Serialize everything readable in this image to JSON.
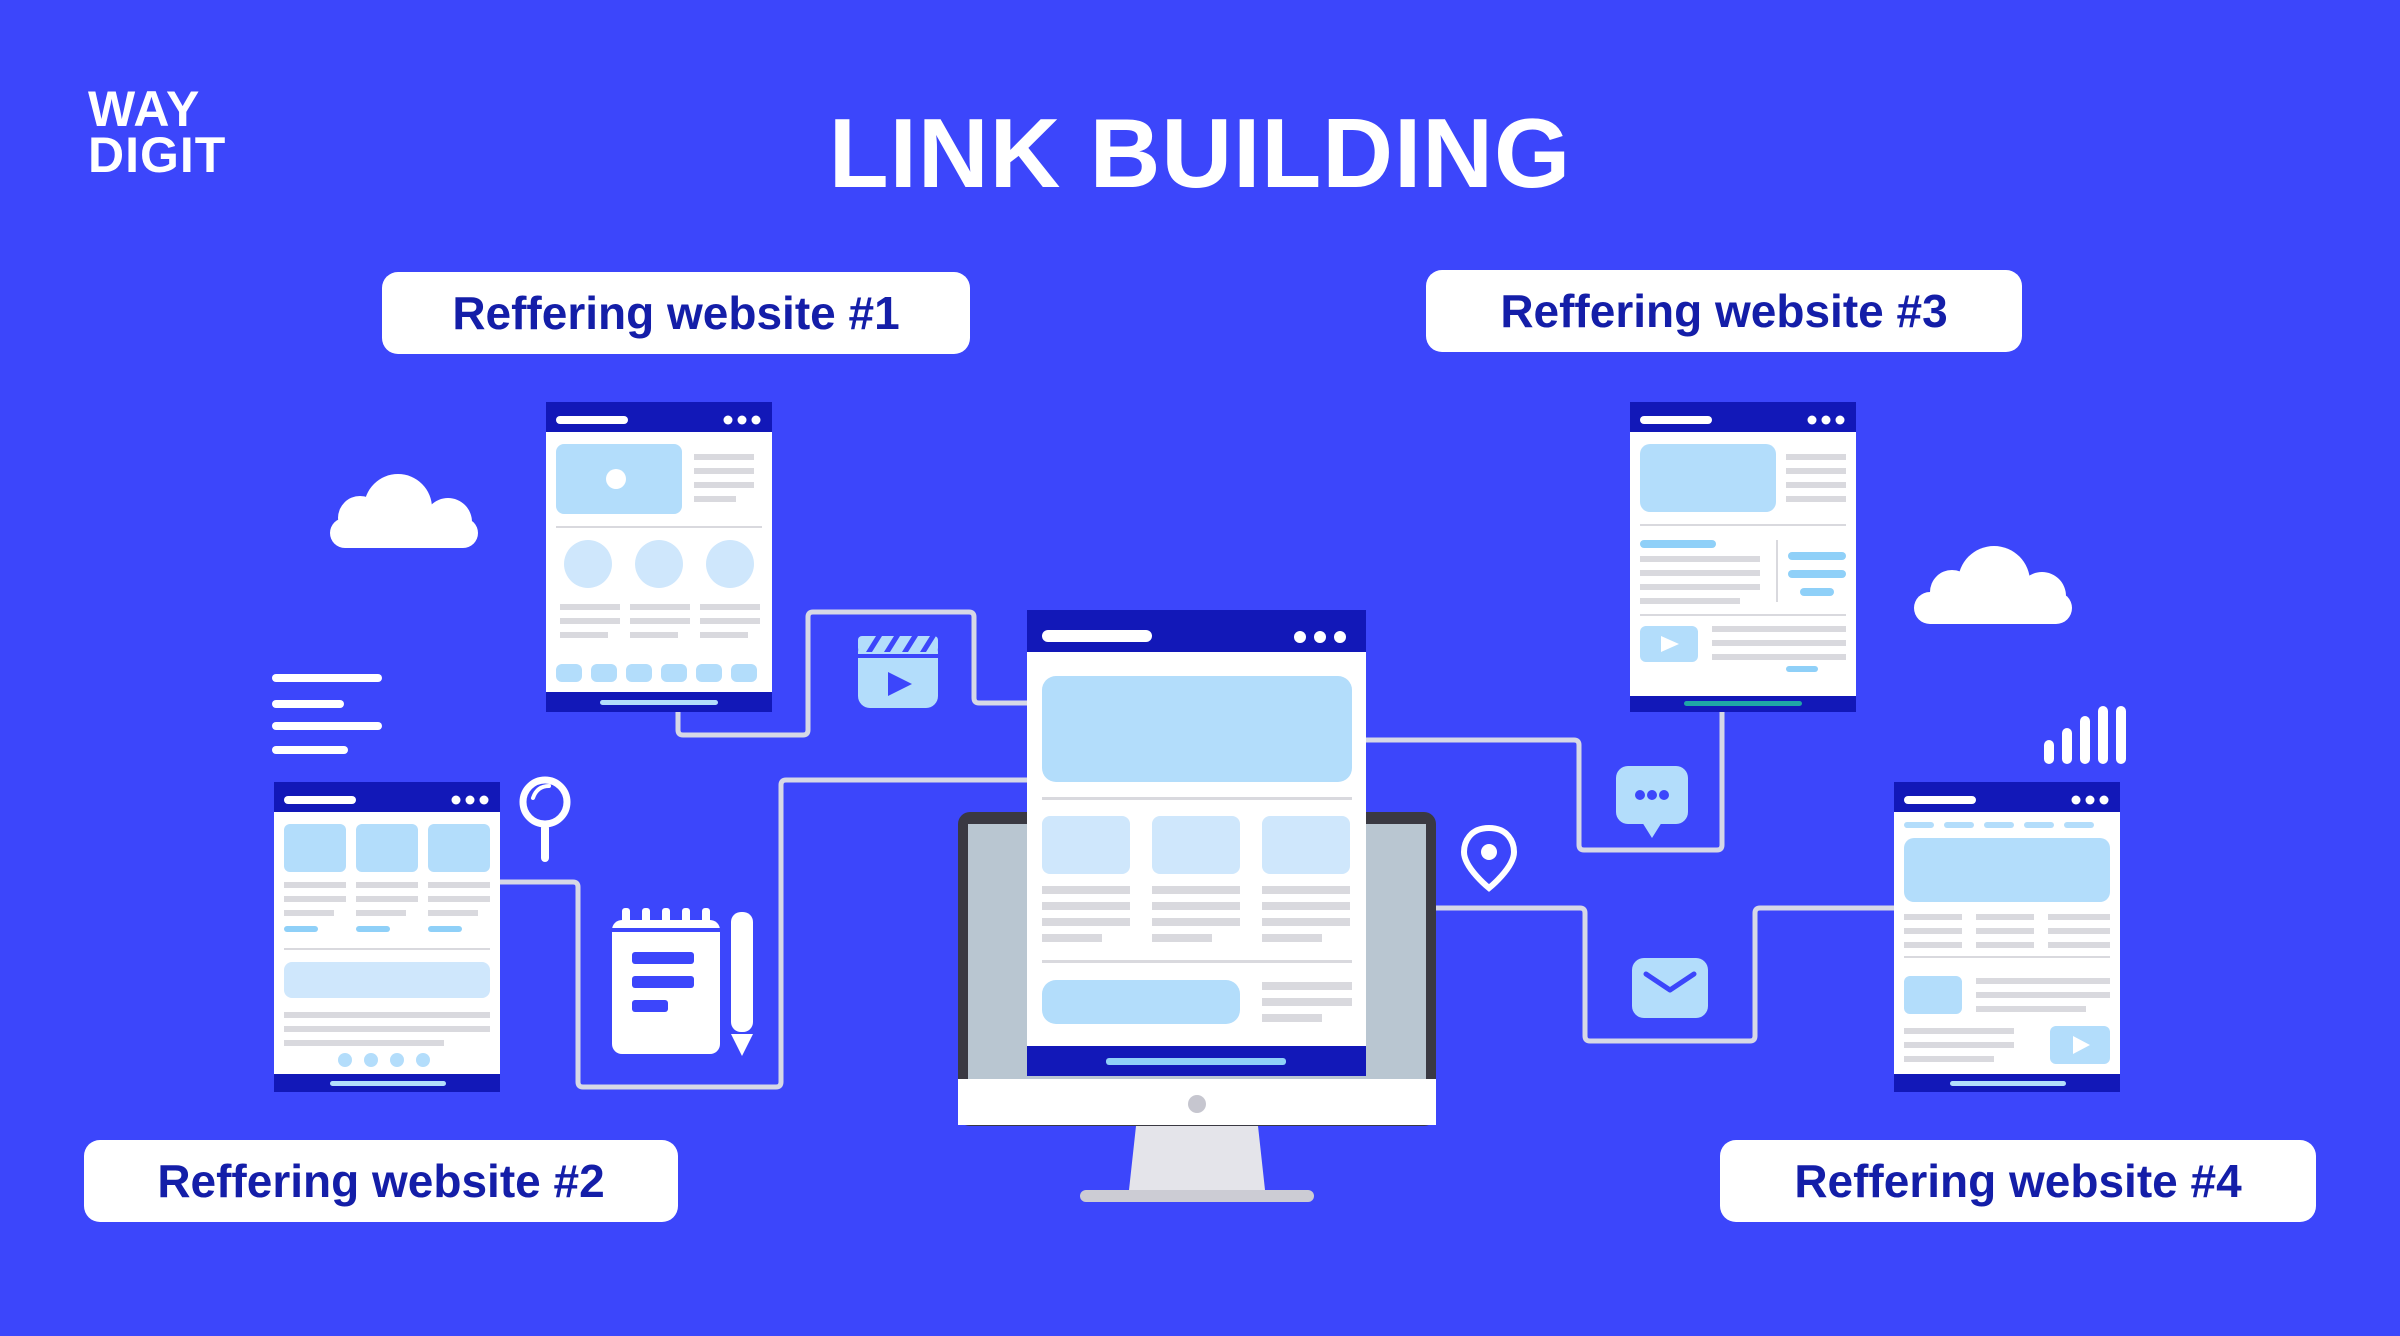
{
  "brand": {
    "line1": "WAY",
    "line2": "DIGIT"
  },
  "title": "LINK BUILDING",
  "labels": {
    "site1": "Reffering website #1",
    "site2": "Reffering website #2",
    "site3": "Reffering website #3",
    "site4": "Reffering website #4"
  },
  "colors": {
    "background": "#3C46FB",
    "header": "#1218B8",
    "panel": "#B3DDFB",
    "line": "#D6D8E6",
    "label_text": "#141EA8",
    "white": "#FFFFFF"
  },
  "icons": [
    "cloud-icon",
    "video-clapper-icon",
    "magnifier-icon",
    "notepad-icon",
    "pencil-icon",
    "chat-bubble-icon",
    "location-pin-icon",
    "mail-icon",
    "bar-chart-icon",
    "text-lines-icon"
  ]
}
